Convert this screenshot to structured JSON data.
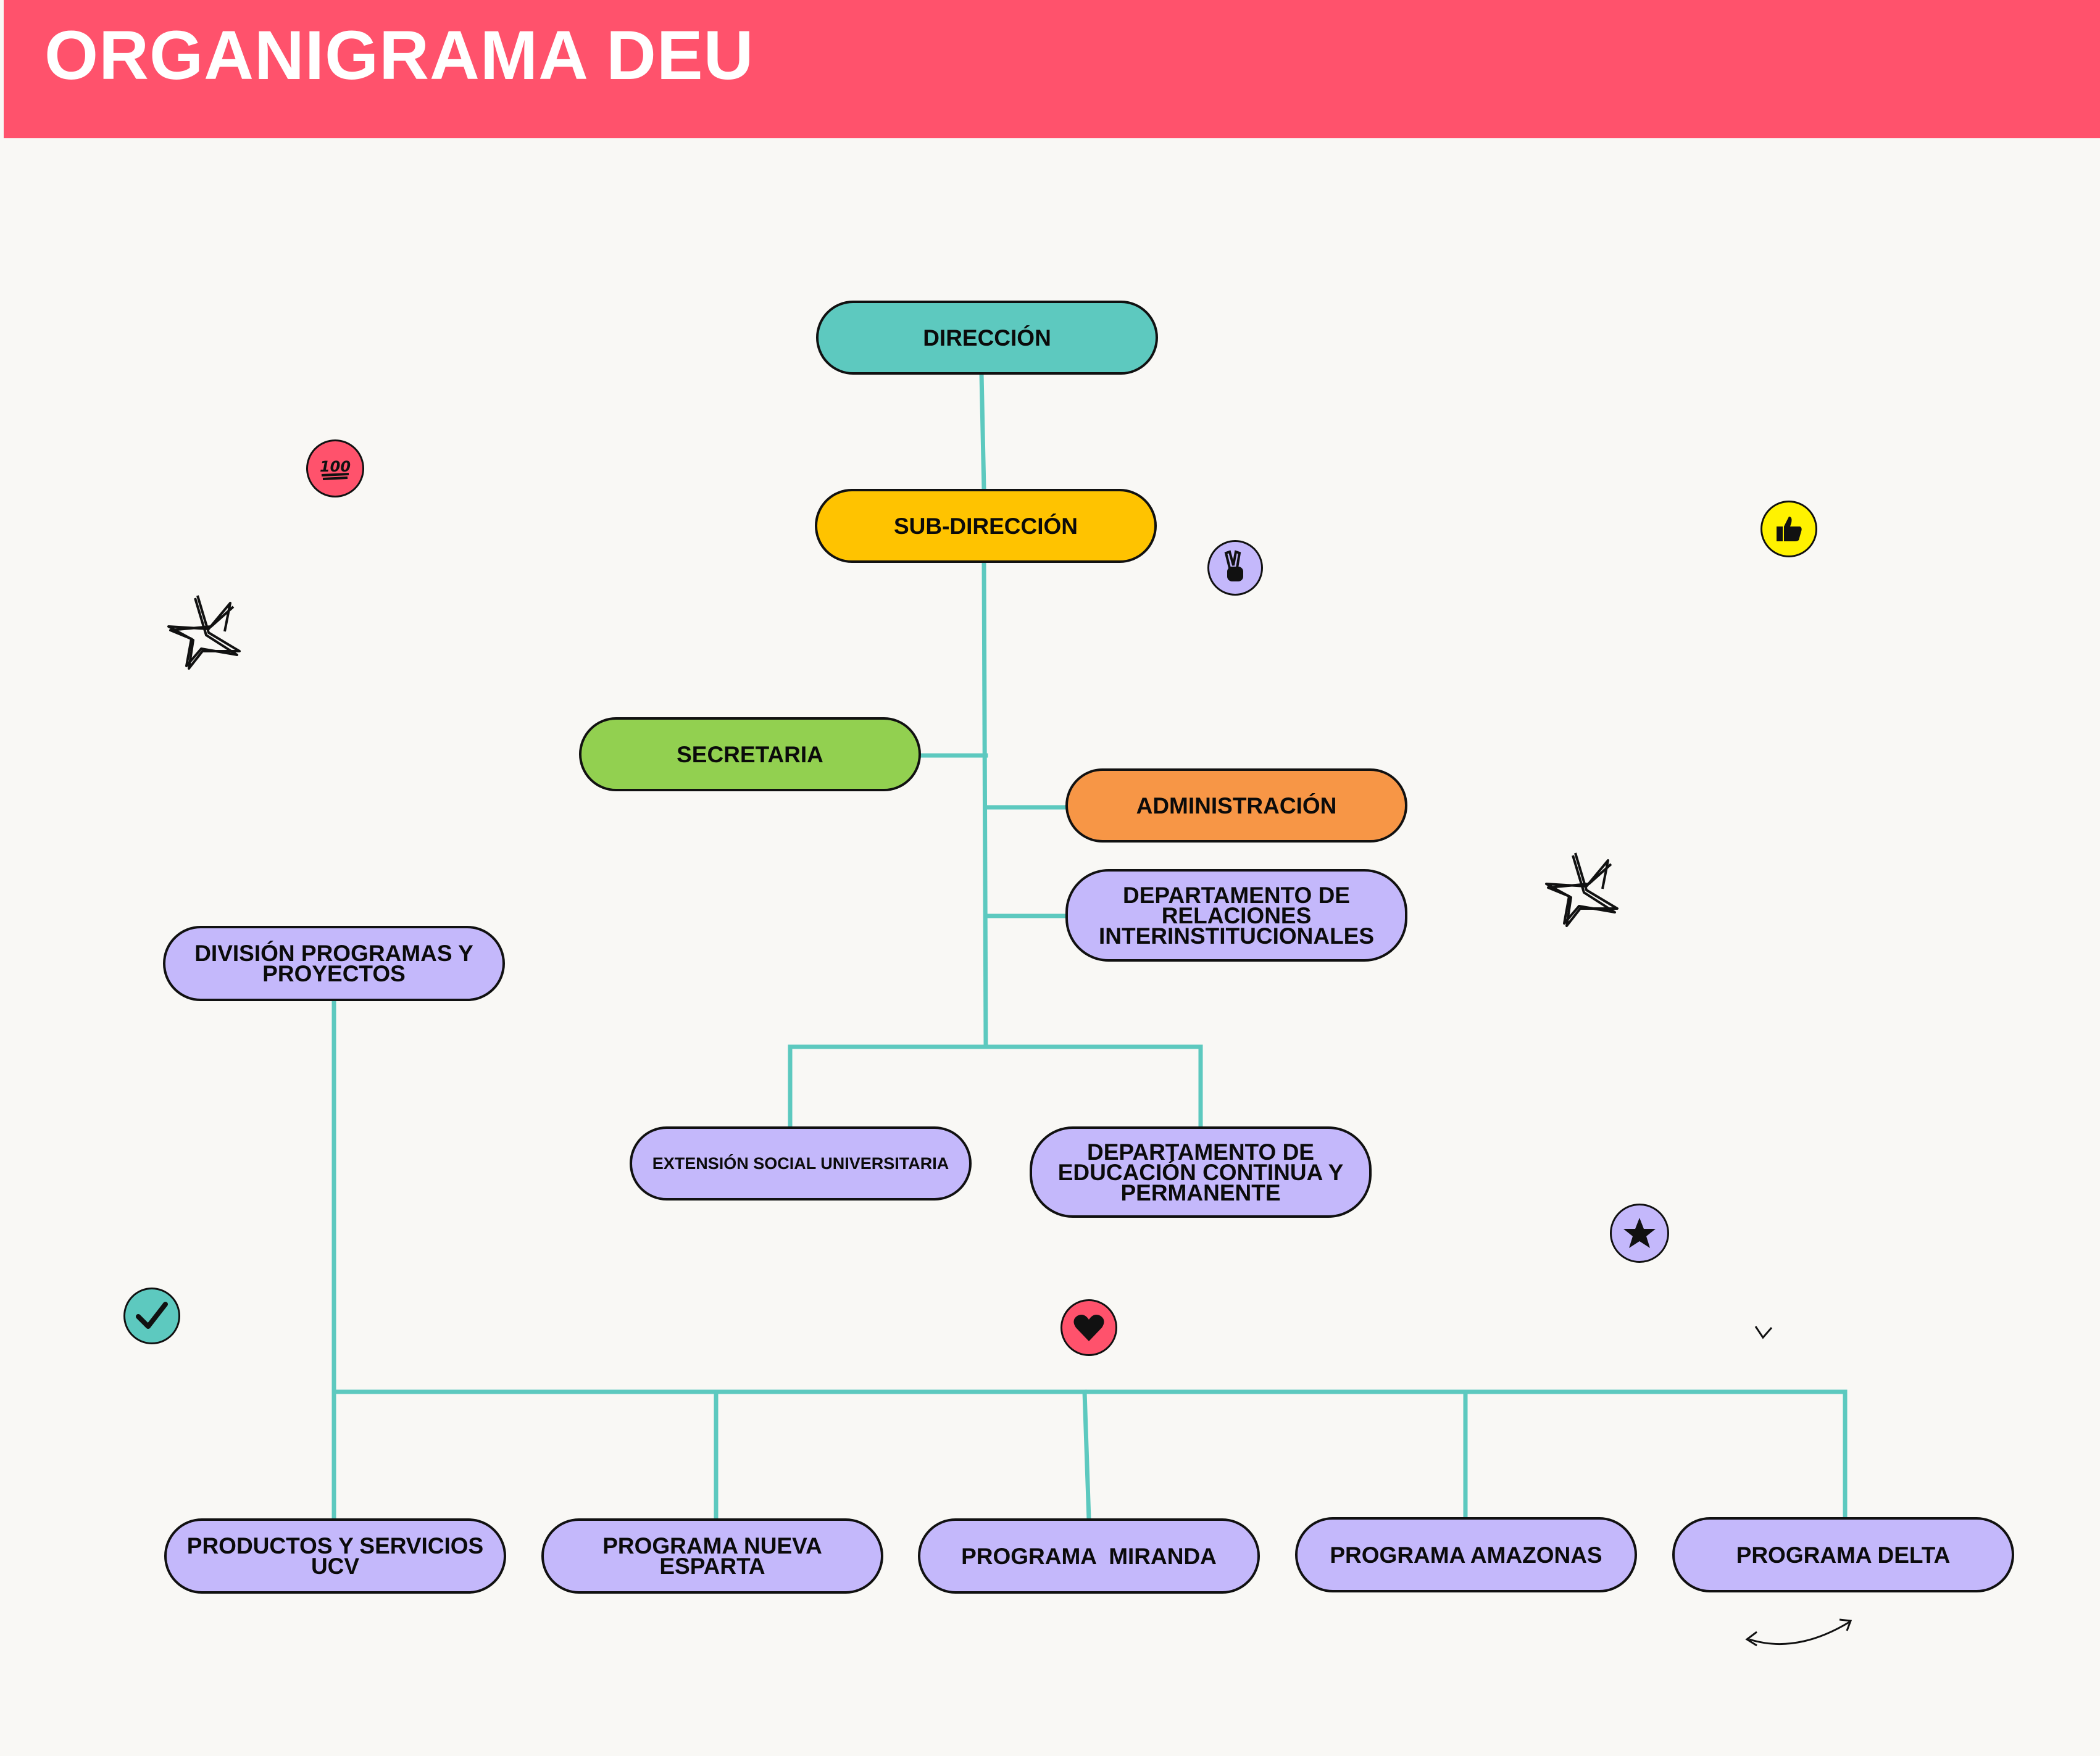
{
  "header": {
    "title": "ORGANIGRAMA DEU",
    "color": "#ff526c"
  },
  "nodes": {
    "direccion": "DIRECCIÓN",
    "subdireccion": "SUB-DIRECCIÓN",
    "secretaria": "SECRETARIA",
    "administracion": "ADMINISTRACIÓN",
    "relaciones": "DEPARTAMENTO DE RELACIONES INTERINSTITUCIONALES",
    "division": "DIVISIÓN PROGRAMAS Y PROYECTOS",
    "extension": "EXTENSIÓN SOCIAL UNIVERSITARIA",
    "educacion": "DEPARTAMENTO DE EDUCACIÓN CONTINUA Y PERMANENTE",
    "productos": "PRODUCTOS Y SERVICIOS UCV",
    "nueva_esparta": "PROGRAMA NUEVA ESPARTA",
    "miranda": "PROGRAMA  MIRANDA",
    "amazonas": "PROGRAMA AMAZONAS",
    "delta": "PROGRAMA DELTA"
  },
  "colors": {
    "connector": "#5dc9bf",
    "teal": "#5dc9bf",
    "yellow": "#ffc300",
    "green": "#92d050",
    "orange": "#f79646",
    "lilac": "#c4b8fb",
    "badge_red": "#ff526c",
    "badge_yellow": "#fff200"
  },
  "icons": [
    "hundred-points-icon",
    "victory-hand-icon",
    "thumbs-up-icon",
    "star-icon",
    "heart-icon",
    "check-icon",
    "doodle-star-icon",
    "curved-arrow-icon"
  ]
}
